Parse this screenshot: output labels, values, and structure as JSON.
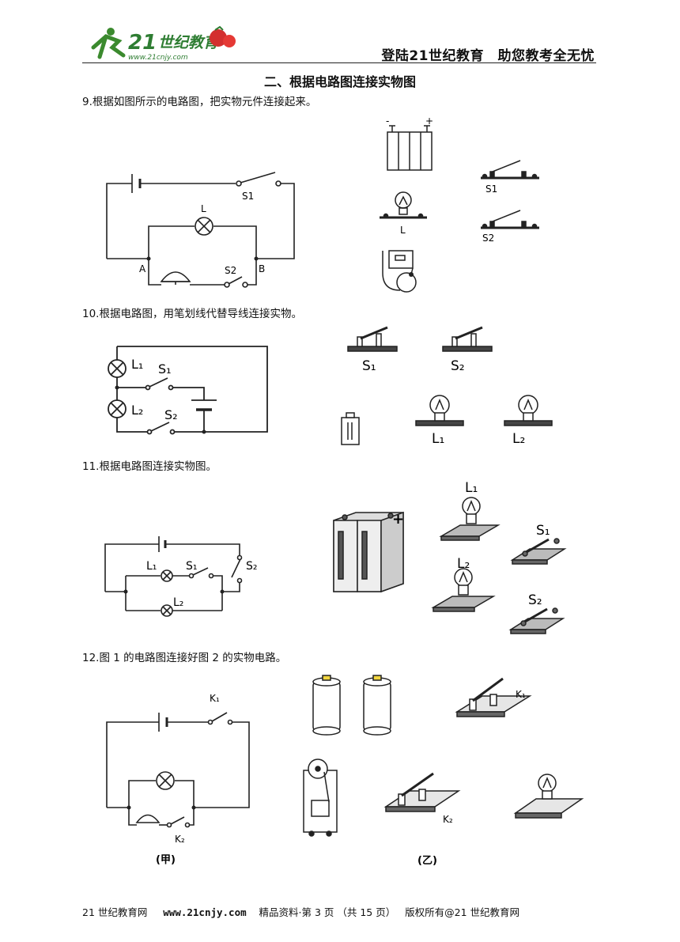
{
  "header": {
    "logo_number": "21",
    "logo_text": "世纪教育",
    "logo_url": "www.21cnjy.com",
    "slogan": "登陆21世纪教育　助您教考全无忧"
  },
  "section_title": "二、根据电路图连接实物图",
  "questions": [
    {
      "text": "9.根据如图所示的电路图，把实物元件连接起来。"
    },
    {
      "text": "10.根据电路图，用笔划线代替导线连接实物。"
    },
    {
      "text": "11.根据电路图连接实物图。"
    },
    {
      "text": "12.图 1 的电路图连接好图 2 的实物电路。"
    }
  ],
  "q9": {
    "labels": {
      "s1": "S1",
      "s2": "S2",
      "l": "L",
      "a": "A",
      "b": "B"
    },
    "real": {
      "minus": "-",
      "plus": "+",
      "s1": "S1",
      "s2": "S2",
      "l": "L"
    }
  },
  "q10": {
    "labels": {
      "l1": "L₁",
      "l2": "L₂",
      "s1": "S₁",
      "s2": "S₂"
    },
    "real": {
      "s1": "S₁",
      "s2": "S₂",
      "l1": "L₁",
      "l2": "L₂"
    }
  },
  "q11": {
    "labels": {
      "l1": "L₁",
      "l2": "L₂",
      "s1": "S₁",
      "s2": "S₂"
    },
    "real": {
      "plus": "+",
      "l1": "L₁",
      "l2": "L₂",
      "s1": "S₁",
      "s2": "S₂"
    }
  },
  "q12": {
    "labels": {
      "k1": "K₁",
      "k2": "K₂",
      "jia": "(甲)",
      "yi": "(乙)"
    },
    "real": {
      "k1": "K₁",
      "k2": "K₂"
    }
  },
  "footer": {
    "left": "21 世纪教育网",
    "url": "www.21cnjy.com",
    "middle": "精品资料·第 3 页 （共 15 页）",
    "right": "版权所有@21 世纪教育网"
  }
}
